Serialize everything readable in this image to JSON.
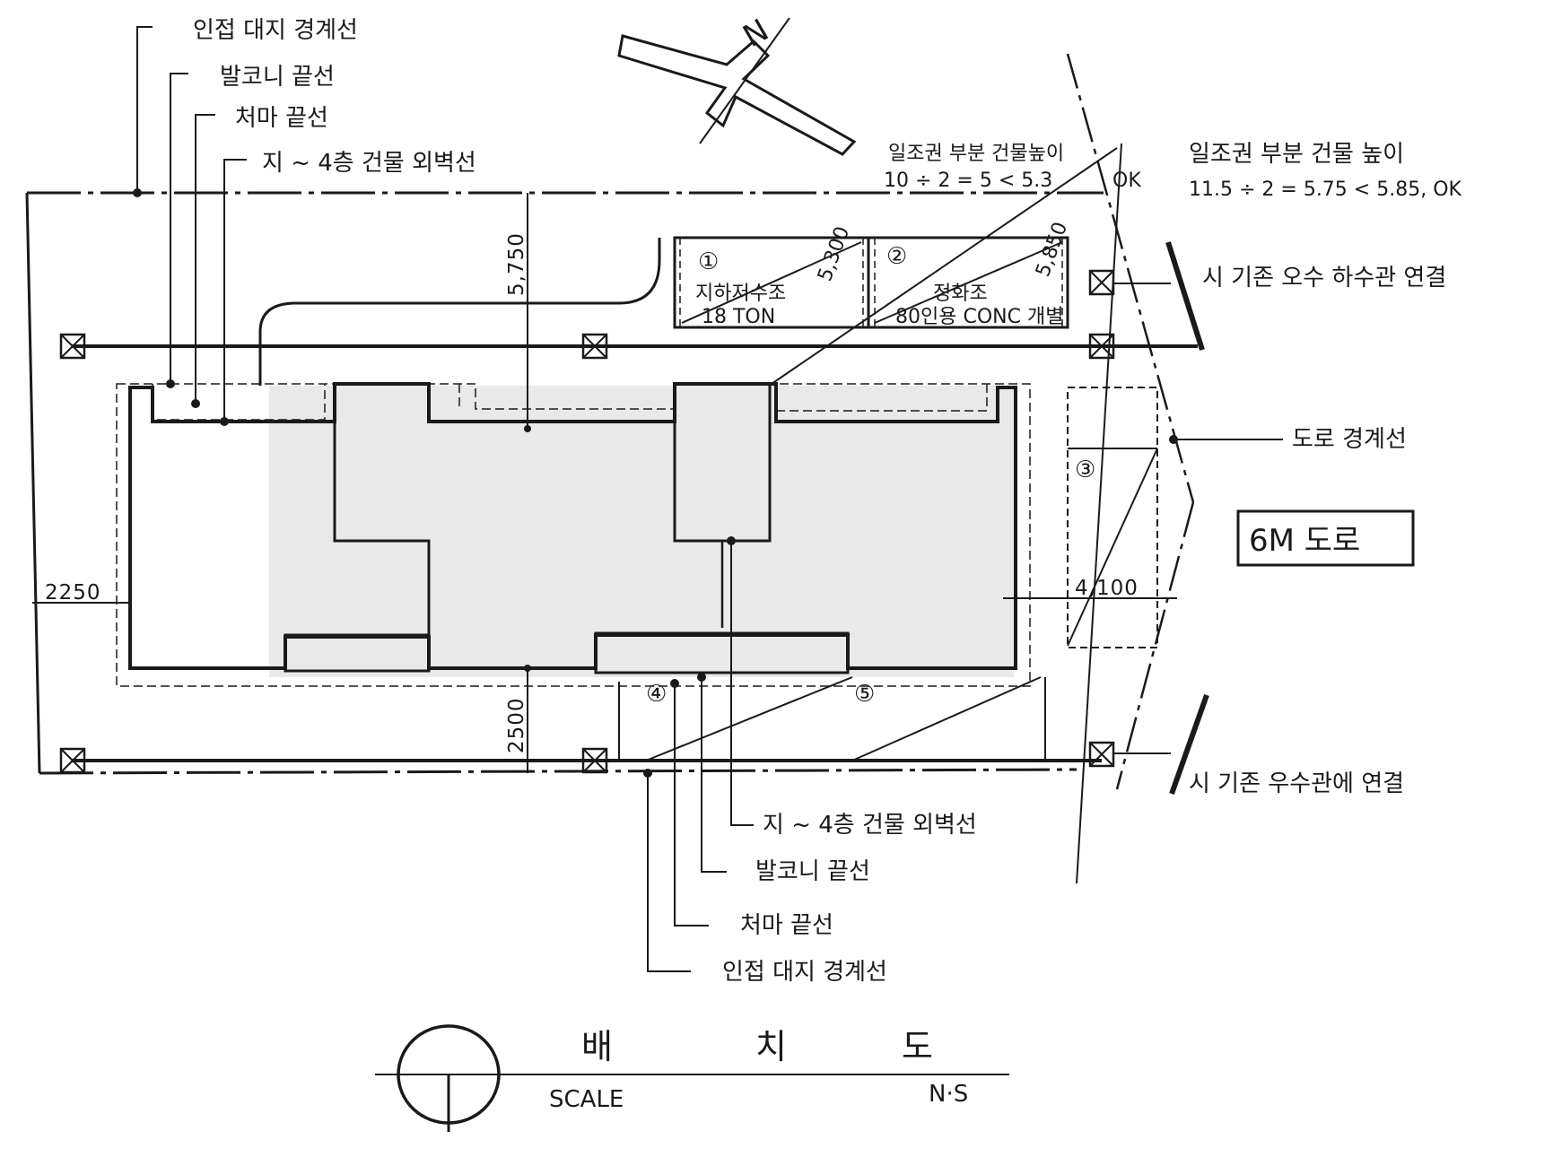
{
  "labels": {
    "top_adjacent_boundary": "인접 대지 경계선",
    "top_balcony_line": "발코니 끝선",
    "top_eave_line": "처마 끝선",
    "top_wall_line": "지 ~ 4층 건물 외벽선",
    "sunlight_left_title": "일조권 부분 건물높이",
    "sunlight_left_calc": "10 ÷ 2 = 5 < 5.3",
    "sunlight_right_title": "일조권 부분 건물 높이",
    "sunlight_right_calc": "11.5 ÷ 2 = 5.75 < 5.85, OK",
    "ok_mark": "OK",
    "sewer_connect": "시 기존 오수 하수관 연결",
    "road_boundary": "도로 경계선",
    "road_name": "6M 도로",
    "storm_connect": "시 기존 우수관에 연결",
    "bottom_wall_line": "지 ~ 4층 건물 외벽선",
    "bottom_balcony_line": "발코니 끝선",
    "bottom_eave_line": "처마 끝선",
    "bottom_adjacent_boundary": "인접 대지 경계선"
  },
  "tanks": {
    "tank1_no": "①",
    "tank1_name": "지하저수조",
    "tank1_cap": "18 TON",
    "tank2_no": "②",
    "tank2_name": "정화조",
    "tank2_cap": "80인용 CONC 개별",
    "item3_no": "③",
    "item4_no": "④",
    "item5_no": "⑤"
  },
  "dimensions": {
    "d_5750": "5,750",
    "d_2250": "2250",
    "d_2500": "2500",
    "d_4100": "4,100",
    "d_5300": "5,300",
    "d_5850": "5,850"
  },
  "title_block": {
    "title_1": "배",
    "title_2": "치",
    "title_3": "도",
    "scale_label": "SCALE",
    "scale_value": "N·S"
  },
  "north_arrow": "N"
}
